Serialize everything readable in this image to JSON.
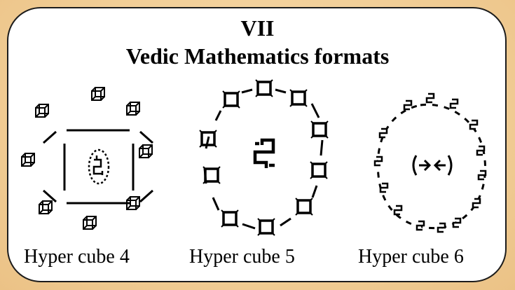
{
  "title": {
    "line1": "VII",
    "line2": "Vedic Mathematics formats"
  },
  "panels": [
    {
      "caption": "Hyper cube 4"
    },
    {
      "caption": "Hyper cube 5"
    },
    {
      "caption": "Hyper cube 6"
    }
  ],
  "colors": {
    "background": "#f2cf98",
    "card": "#ffffff",
    "ink": "#000000"
  }
}
